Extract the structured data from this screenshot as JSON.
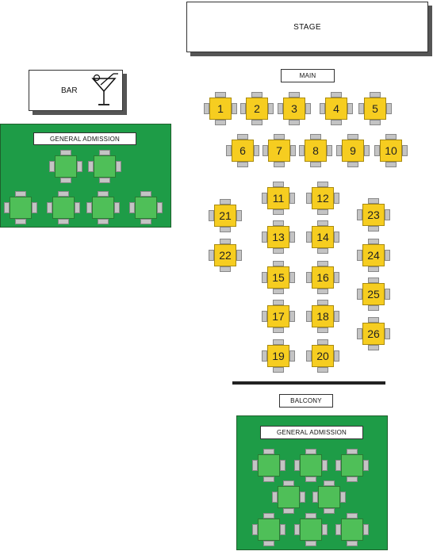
{
  "stage": {
    "label": "STAGE"
  },
  "bar": {
    "label": "BAR",
    "icon": "cocktail-glass-icon"
  },
  "main_label": "MAIN",
  "balcony_label": "BALCONY",
  "general_admission_left": {
    "label": "GENERAL ADMISSION",
    "color": "#1e9c47"
  },
  "general_admission_bottom": {
    "label": "GENERAL ADMISSION",
    "color": "#1e9c47"
  },
  "table_colors": {
    "numbered": "#f6cd20",
    "general": "#4fbf58",
    "chair": "#c4c4c4"
  },
  "tables": [
    "1",
    "2",
    "3",
    "4",
    "5",
    "6",
    "7",
    "8",
    "9",
    "10",
    "11",
    "12",
    "13",
    "14",
    "15",
    "16",
    "17",
    "18",
    "19",
    "20",
    "21",
    "22",
    "23",
    "24",
    "25",
    "26"
  ]
}
